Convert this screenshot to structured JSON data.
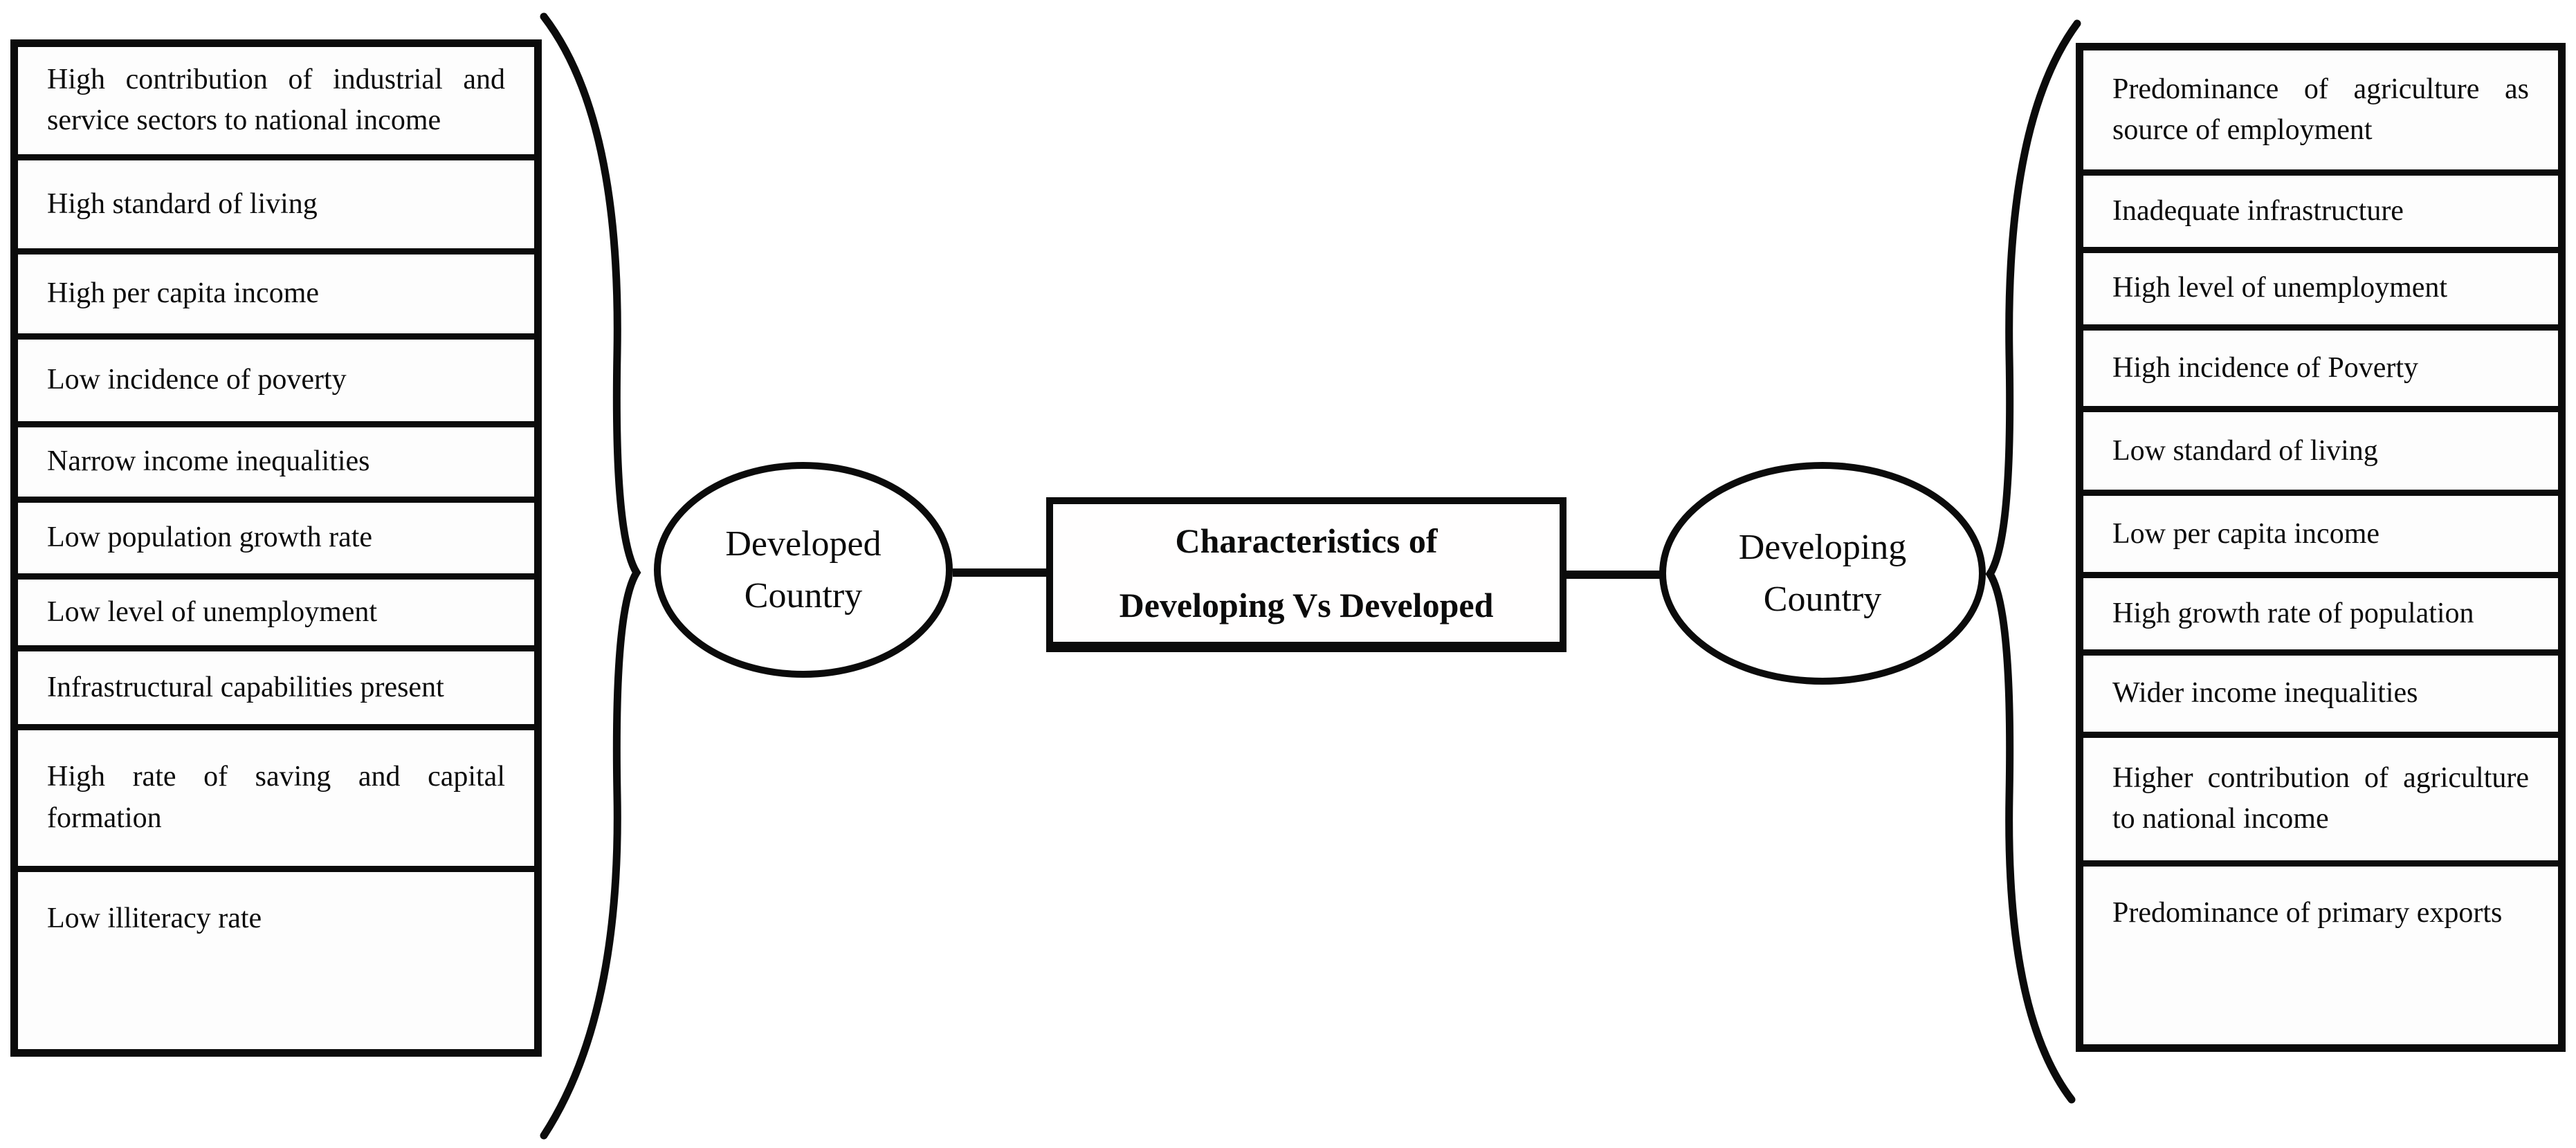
{
  "diagram": {
    "title_box": {
      "line1": "Characteristics of",
      "line2": "Developing Vs Developed"
    },
    "developed_node": {
      "line1": "Developed",
      "line2": "Country"
    },
    "developing_node": {
      "line1": "Developing",
      "line2": "Country"
    },
    "developed_traits": {
      "rows": [
        "High contribution of industrial and service sectors to national income",
        "High standard of living",
        "High per capita income",
        "Low incidence of poverty",
        "Narrow income inequalities",
        "Low population growth rate",
        "Low level of unemployment",
        "Infrastructural capabilities present",
        "High rate of saving and capital formation",
        "Low illiteracy rate"
      ]
    },
    "developing_traits": {
      "rows": [
        "Predominance of agriculture as source of employment",
        "Inadequate infrastructure",
        "High level of unemployment",
        "High incidence of Poverty",
        "Low standard of living",
        "Low per capita income",
        "High growth rate of population",
        "Wider income inequalities",
        "Higher contribution of agriculture to national income",
        "Predominance of primary exports"
      ]
    },
    "colors": {
      "ink": "#0b0b0b",
      "paper": "#ffffff"
    }
  }
}
